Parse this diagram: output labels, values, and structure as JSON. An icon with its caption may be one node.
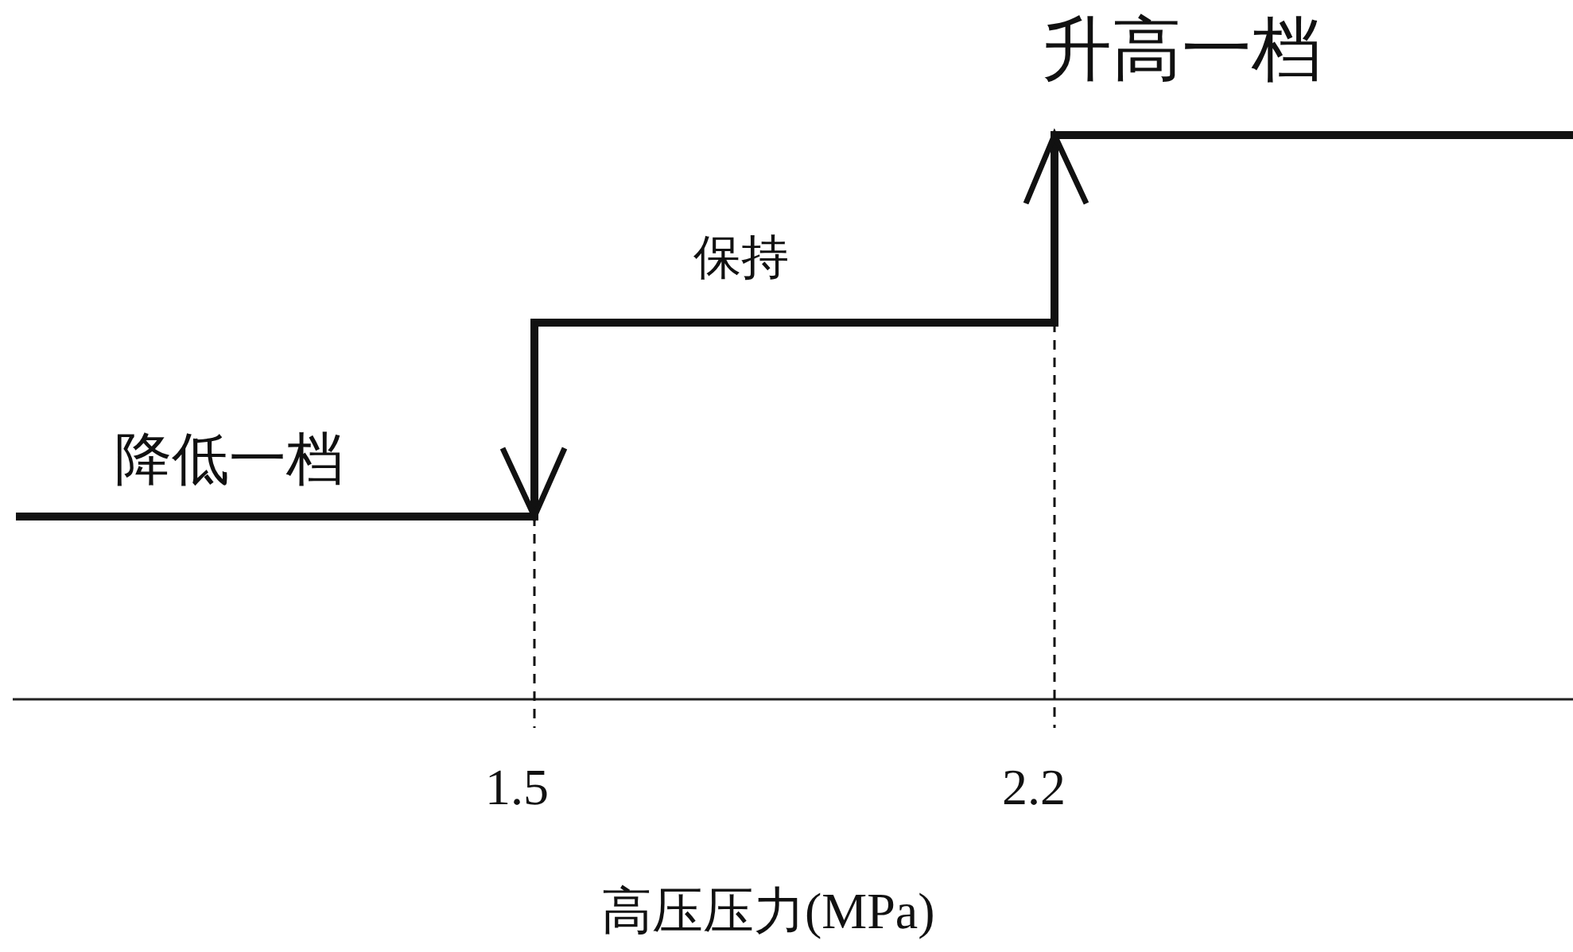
{
  "diagram": {
    "labels": [
      "升高一档",
      "保持",
      "降低一档",
      "1.5",
      "2.2",
      "高压压力(MPa)"
    ]
  }
}
